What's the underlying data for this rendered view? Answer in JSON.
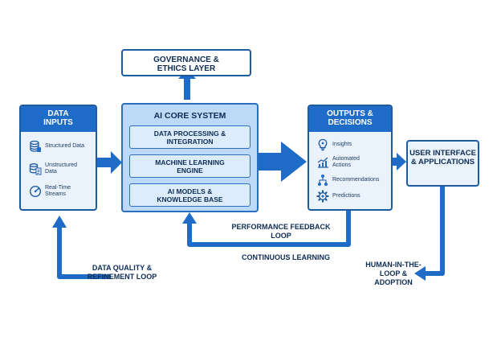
{
  "governance": {
    "title": "GOVERNANCE & ETHICS LAYER"
  },
  "data_inputs": {
    "title": "DATA INPUTS",
    "items": [
      {
        "icon": "database-icon",
        "label": "Structured Data"
      },
      {
        "icon": "database-document-icon",
        "label": "Unstructured Data"
      },
      {
        "icon": "speedometer-icon",
        "label": "Real-Time Streams"
      }
    ]
  },
  "core": {
    "title": "AI CORE SYSTEM",
    "modules": [
      "DATA PROCESSING & INTEGRATION",
      "MACHINE LEARNING ENGINE",
      "AI MODELS & KNOWLEDGE BASE"
    ]
  },
  "outputs": {
    "title": "OUTPUTS & DECISIONS",
    "items": [
      {
        "icon": "lightbulb-icon",
        "label": "Insights"
      },
      {
        "icon": "trend-chart-icon",
        "label": "Automated Actions"
      },
      {
        "icon": "network-icon",
        "label": "Recommendations"
      },
      {
        "icon": "gear-icon",
        "label": "Predictions"
      }
    ]
  },
  "user_interface": {
    "title": "USER INTERFACE & APPLICATIONS"
  },
  "loops": {
    "performance": "PERFORMANCE FEEDBACK LOOP",
    "continuous": "CONTINUOUS LEARNING",
    "data_quality": "DATA QUALITY & REFINEMENT LOOP",
    "human": "HUMAN-IN-THE-LOOP & ADOPTION"
  },
  "colors": {
    "primary": "#1e6cc7",
    "dark": "#0d2c54",
    "arrow": "#1e6cc7",
    "core_fill": "#bcdaf7"
  }
}
